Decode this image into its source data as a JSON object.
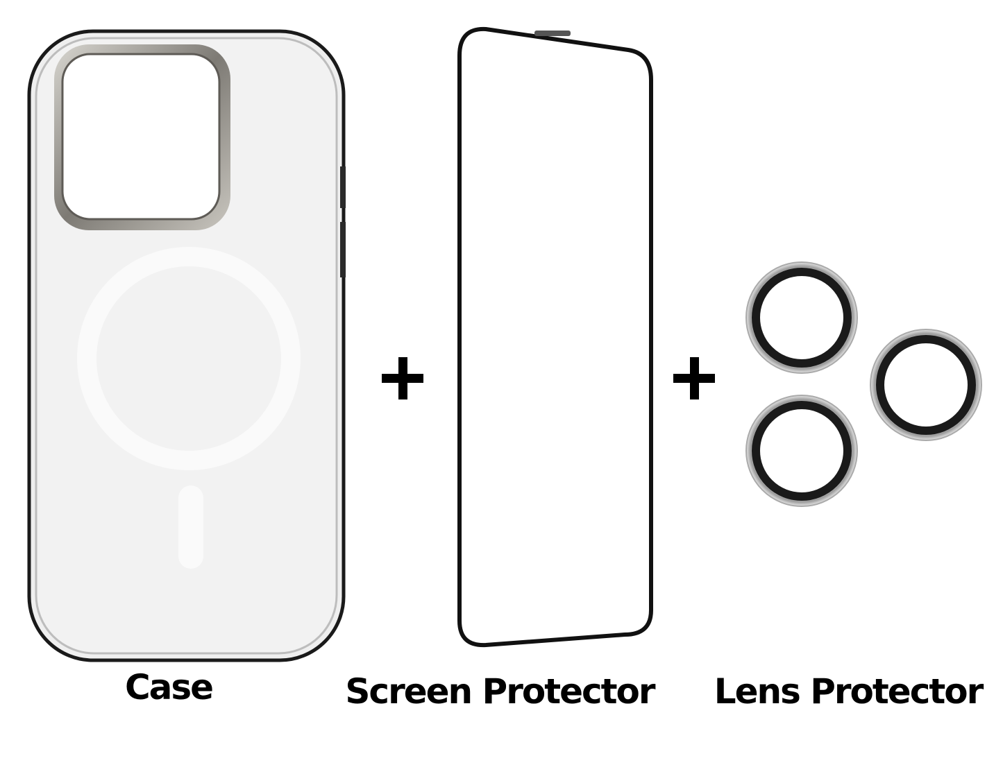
{
  "products": [
    {
      "label": "Case"
    },
    {
      "label": "Screen Protector"
    },
    {
      "label": "Lens Protector"
    }
  ],
  "separator": "+",
  "colors": {
    "outline": "#111111",
    "case_fill": "#efefef",
    "metal": "#8d8a84",
    "ring": "#ffffff"
  }
}
